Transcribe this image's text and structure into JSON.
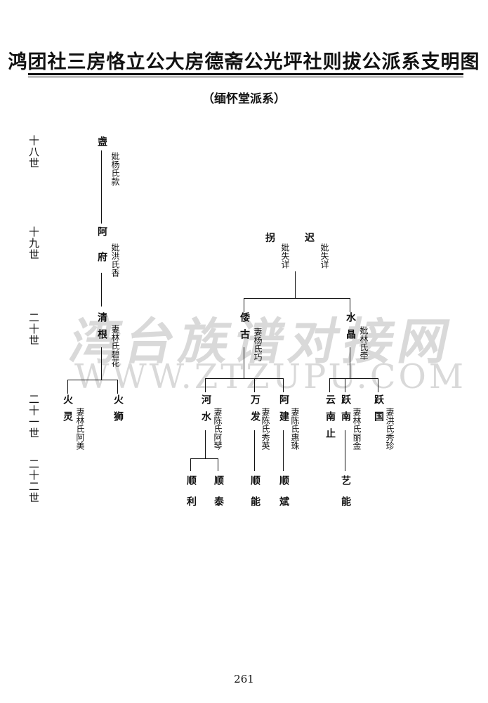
{
  "title": "鸿团社三房恪立公大房德斋公光坪社则拔公派系支明图",
  "subtitle": "（缅怀堂派系）",
  "watermark": {
    "line1": "湾台族谱对接网",
    "line2": "WWW.ZTZUPU.COM"
  },
  "generations": [
    "十八世",
    "十九世",
    "二十世",
    "二十一世",
    "二十二世"
  ],
  "members": {
    "zhan": {
      "name": "盏",
      "spouse": "妣杨氏款"
    },
    "afu": {
      "name": "阿府",
      "spouse": "妣洪氏香"
    },
    "qinggen": {
      "name": "清根",
      "spouse": "妻林氏碧花"
    },
    "huoling": {
      "name": "火灵",
      "spouse": "妻林氏阿美"
    },
    "huoshi": {
      "name": "火狮"
    },
    "guai": {
      "name": "拐",
      "spouse": "妣失详"
    },
    "chi": {
      "name": "迟",
      "spouse": "妣失详"
    },
    "weigu": {
      "name": "倭古",
      "spouse": "妻杨氏巧"
    },
    "shuijing": {
      "name": "水晶",
      "spouse": "妣林氏牵"
    },
    "heshui": {
      "name": "河水",
      "spouse": "妻陈氏阿琴"
    },
    "wanfa": {
      "name": "万发",
      "spouse": "妻陈氏秀英"
    },
    "ajian": {
      "name": "阿建",
      "spouse": "妻陈氏惠珠"
    },
    "yunnanzhi": {
      "name": "云南止"
    },
    "yuenan": {
      "name": "跃南",
      "spouse": "妻林氏丽金"
    },
    "yueguo": {
      "name": "跃国",
      "spouse": "妻洪氏秀珍"
    },
    "shunli": {
      "name": "顺利"
    },
    "shuntai": {
      "name": "顺泰"
    },
    "shunneng": {
      "name": "顺能"
    },
    "shunbin": {
      "name": "顺斌"
    },
    "yineng": {
      "name": "艺能"
    }
  },
  "page_number": "261"
}
